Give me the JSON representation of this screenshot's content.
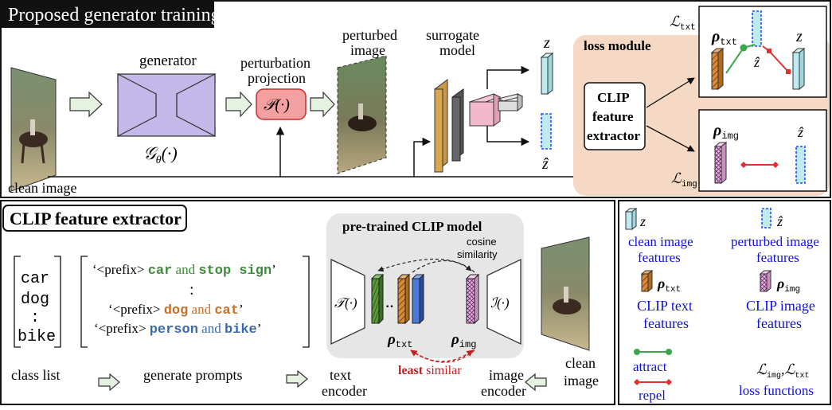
{
  "top": {
    "title": "Proposed generator training",
    "generator_label": "generator",
    "generator_func": "𝒢",
    "generator_sub": "θ",
    "generator_arg": "(·)",
    "projection_label_1": "perturbation",
    "projection_label_2": "projection",
    "projection_func": "𝒫(·)",
    "perturbed_label_1": "perturbed",
    "perturbed_label_2": "image",
    "surrogate_label_1": "surrogate",
    "surrogate_label_2": "model",
    "z": "z",
    "zhat": "ẑ",
    "clean_image_label": "clean image",
    "loss_module_label": "loss module",
    "clip_extractor_1": "CLIP",
    "clip_extractor_2": "feature",
    "clip_extractor_3": "extractor",
    "loss_txt": "ℒ",
    "loss_txt_sub": "txt",
    "loss_img": "ℒ",
    "loss_img_sub": "img",
    "rho": "ρ",
    "rho_txt_sub": "txt",
    "rho_img_sub": "img"
  },
  "bottom": {
    "title": "CLIP feature extractor",
    "class_list": [
      "car",
      "dog",
      ":",
      "bike"
    ],
    "class_list_label": "class list",
    "generate_prompts_label": "generate prompts",
    "prompts": [
      {
        "prefix": "‘<prefix> ",
        "a": "car",
        "and": " and ",
        "b": "stop sign",
        "end": "’"
      },
      {
        "prefix": "‘<prefix> ",
        "a": "dog",
        "and": " and ",
        "b": "cat",
        "end": "’"
      },
      {
        "prefix": "‘<prefix> ",
        "a": "person",
        "and": " and ",
        "b": "bike",
        "end": "’"
      }
    ],
    "prompt_dots": ":",
    "clip_model_title": "pre-trained CLIP model",
    "cosine_1": "cosine",
    "cosine_2": "similarity",
    "text_encoder_func": "𝒯(·)",
    "image_encoder_func": "ℐ(·)",
    "least_bold": "least",
    "least_rest": " similar",
    "text_encoder_1": "text",
    "text_encoder_2": "encoder",
    "image_encoder_1": "image",
    "image_encoder_2": "encoder",
    "clean_1": "clean",
    "clean_2": "image",
    "dots": "··"
  },
  "legend": {
    "z": "z",
    "zhat": "ẑ",
    "clean_features_1": "clean image",
    "clean_features_2": "features",
    "perturbed_features_1": "perturbed image",
    "perturbed_features_2": "features",
    "rho": "ρ",
    "txt": "txt",
    "img": "img",
    "clip_text_1": "CLIP text",
    "clip_text_2": "features",
    "clip_image_1": "CLIP image",
    "clip_image_2": "features",
    "attract": "attract",
    "repel": "repel",
    "loss_funcs_1": "ℒ",
    "loss_funcs_sep": ",ℒ",
    "loss_funcs_2": "loss functions"
  },
  "colors": {
    "cyan": "#bfeaf0",
    "blue_dashed": "#1f4fff",
    "orange": "#d98a3a",
    "pink": "#e8b4e0",
    "green": "#3aa84a",
    "red": "#e03030",
    "green_word": "#3d8a3a",
    "orange_word": "#c8702a",
    "blue_word": "#3a6aa8",
    "legend_blue": "#1010e0",
    "loss_bg": "#f5d9c4",
    "generator": "#c4b8e8",
    "projection": "#f4a0a0"
  }
}
